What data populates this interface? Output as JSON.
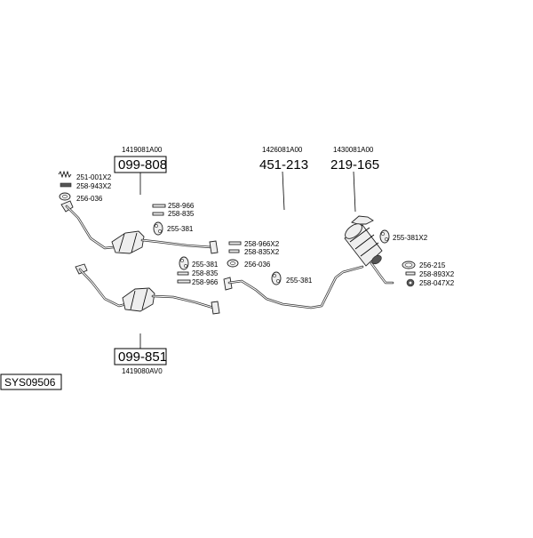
{
  "labels": {
    "system_id": "SYS09506",
    "front_cat": {
      "ref": "099-808",
      "code": "1419081A00"
    },
    "rear_cat": {
      "ref": "099-851",
      "code": "1419080AV0"
    },
    "mid_pipe": {
      "ref": "451-213",
      "code": "1426081A00"
    },
    "silencer": {
      "ref": "219-165",
      "code": "1430081A00"
    },
    "parts": {
      "p251_001x2": "251-001X2",
      "p258_943x2": "258-943X2",
      "p256_036_a": "256-036",
      "p258_966_a": "258-966",
      "p258_835_a": "258-835",
      "p255_381_a": "255-381",
      "p258_966x2": "258-966X2",
      "p258_835x2": "258-835X2",
      "p255_381_b": "255-381",
      "p256_036_b": "256-036",
      "p258_835_b": "258-835",
      "p258_966_b": "258-966",
      "p255_381_c": "255-381",
      "p255_381x2": "255-381X2",
      "p256_215": "256-215",
      "p258_893x2": "258-893X2",
      "p258_047x2": "258-047X2"
    }
  }
}
